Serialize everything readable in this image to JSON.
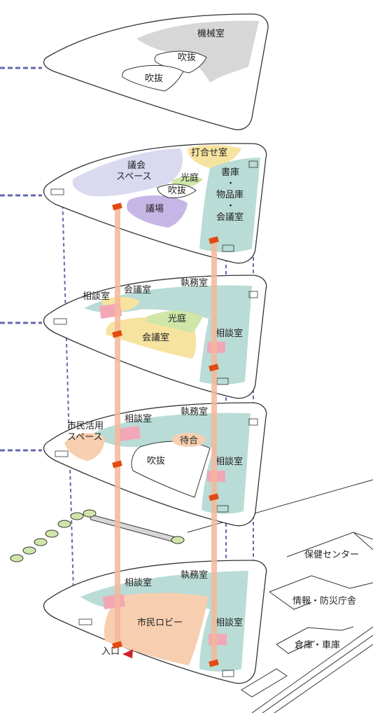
{
  "colors": {
    "outline": "#333333",
    "teal": "#b9dcd6",
    "lavender": "#d9daf0",
    "purple": "#c6b6e6",
    "yellow": "#f7e3a0",
    "green": "#cfe6a8",
    "pink": "#f2a7b7",
    "peach": "#f7cfb0",
    "machine": "#d7d7d7",
    "shaft": "#f4b79a",
    "shaftMarker": "#e24a12",
    "dash": "#6668b0",
    "entryArrow": "#d0202a"
  },
  "floor5": {
    "machine_room": "機械室",
    "void_a": "吹抜",
    "void_b": "吹抜"
  },
  "floor4": {
    "assembly_space": "議会\nスペース",
    "meeting_room": "打合せ室",
    "light_court": "光庭",
    "void": "吹抜",
    "chamber": "議場",
    "storage": "書庫\n・\n物品庫\n・\n会議室"
  },
  "floor3": {
    "consult_room_left": "相談室",
    "conference_top": "会議室",
    "office": "執務室",
    "light_court": "光庭",
    "conference_main": "会議室",
    "consult_room_right": "相談室"
  },
  "floor2": {
    "citizen_space": "市民活用\nスペース",
    "consult_room_left": "相談室",
    "office": "執務室",
    "waiting": "待合",
    "void": "吹抜",
    "consult_room_right": "相談室"
  },
  "floor1": {
    "consult_room_left": "相談室",
    "office": "執務室",
    "citizen_lobby": "市民ロビー",
    "consult_room_right": "相談室",
    "entrance": "入口"
  },
  "surroundings": {
    "health_center": "保健センター",
    "info_disaster": "情報・防災庁舎",
    "warehouse": "倉庫・車庫"
  }
}
